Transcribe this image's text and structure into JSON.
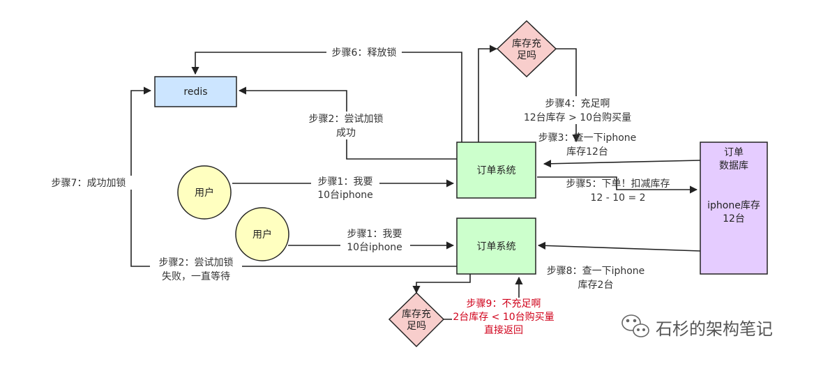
{
  "nodes": {
    "redis": "redis",
    "order_system_1": "订单系统",
    "order_system_2": "订单系统",
    "user_1": "用户",
    "user_2": "用户",
    "db": {
      "line1": "订单",
      "line2": "数据库",
      "line3": "iphone库存",
      "line4": "12台"
    },
    "stock_check_top": {
      "line1": "库存充",
      "line2": "足吗"
    },
    "stock_check_bottom": {
      "line1": "库存充",
      "line2": "足吗"
    }
  },
  "edges": {
    "step1_top": {
      "line1": "步骤1：我要",
      "line2": "10台iphone"
    },
    "step1_bottom": {
      "line1": "步骤1：我要",
      "line2": "10台iphone"
    },
    "step2_success": {
      "line1": "步骤2：尝试加锁",
      "line2": "成功"
    },
    "step2_fail": {
      "line1": "步骤2：尝试加锁",
      "line2": "失败，一直等待"
    },
    "step3": {
      "line1": "步骤3：查一下iphone",
      "line2": "库存12台"
    },
    "step4": {
      "line1": "步骤4：充足啊",
      "line2": "12台库存 > 10台购买量"
    },
    "step5": {
      "line1": "步骤5：下单！扣减库存",
      "line2": "12 - 10 = 2"
    },
    "step6": "步骤6：释放锁",
    "step7": "步骤7：成功加锁",
    "step8": {
      "line1": "步骤8：查一下iphone",
      "line2": "库存2台"
    },
    "step9": {
      "line1": "步骤9：不充足啊",
      "line2": "2台库存 < 10台购买量",
      "line3": "直接返回"
    }
  },
  "watermark": "石杉的架构笔记",
  "colors": {
    "redis_fill": "#cce5ff",
    "order_fill": "#ccffcc",
    "user_fill": "#ffffc0",
    "db_fill": "#e5ccff",
    "diamond_fill": "#f8cecc",
    "diamond_stroke": "#b85450",
    "step9_text": "#d0021b"
  }
}
